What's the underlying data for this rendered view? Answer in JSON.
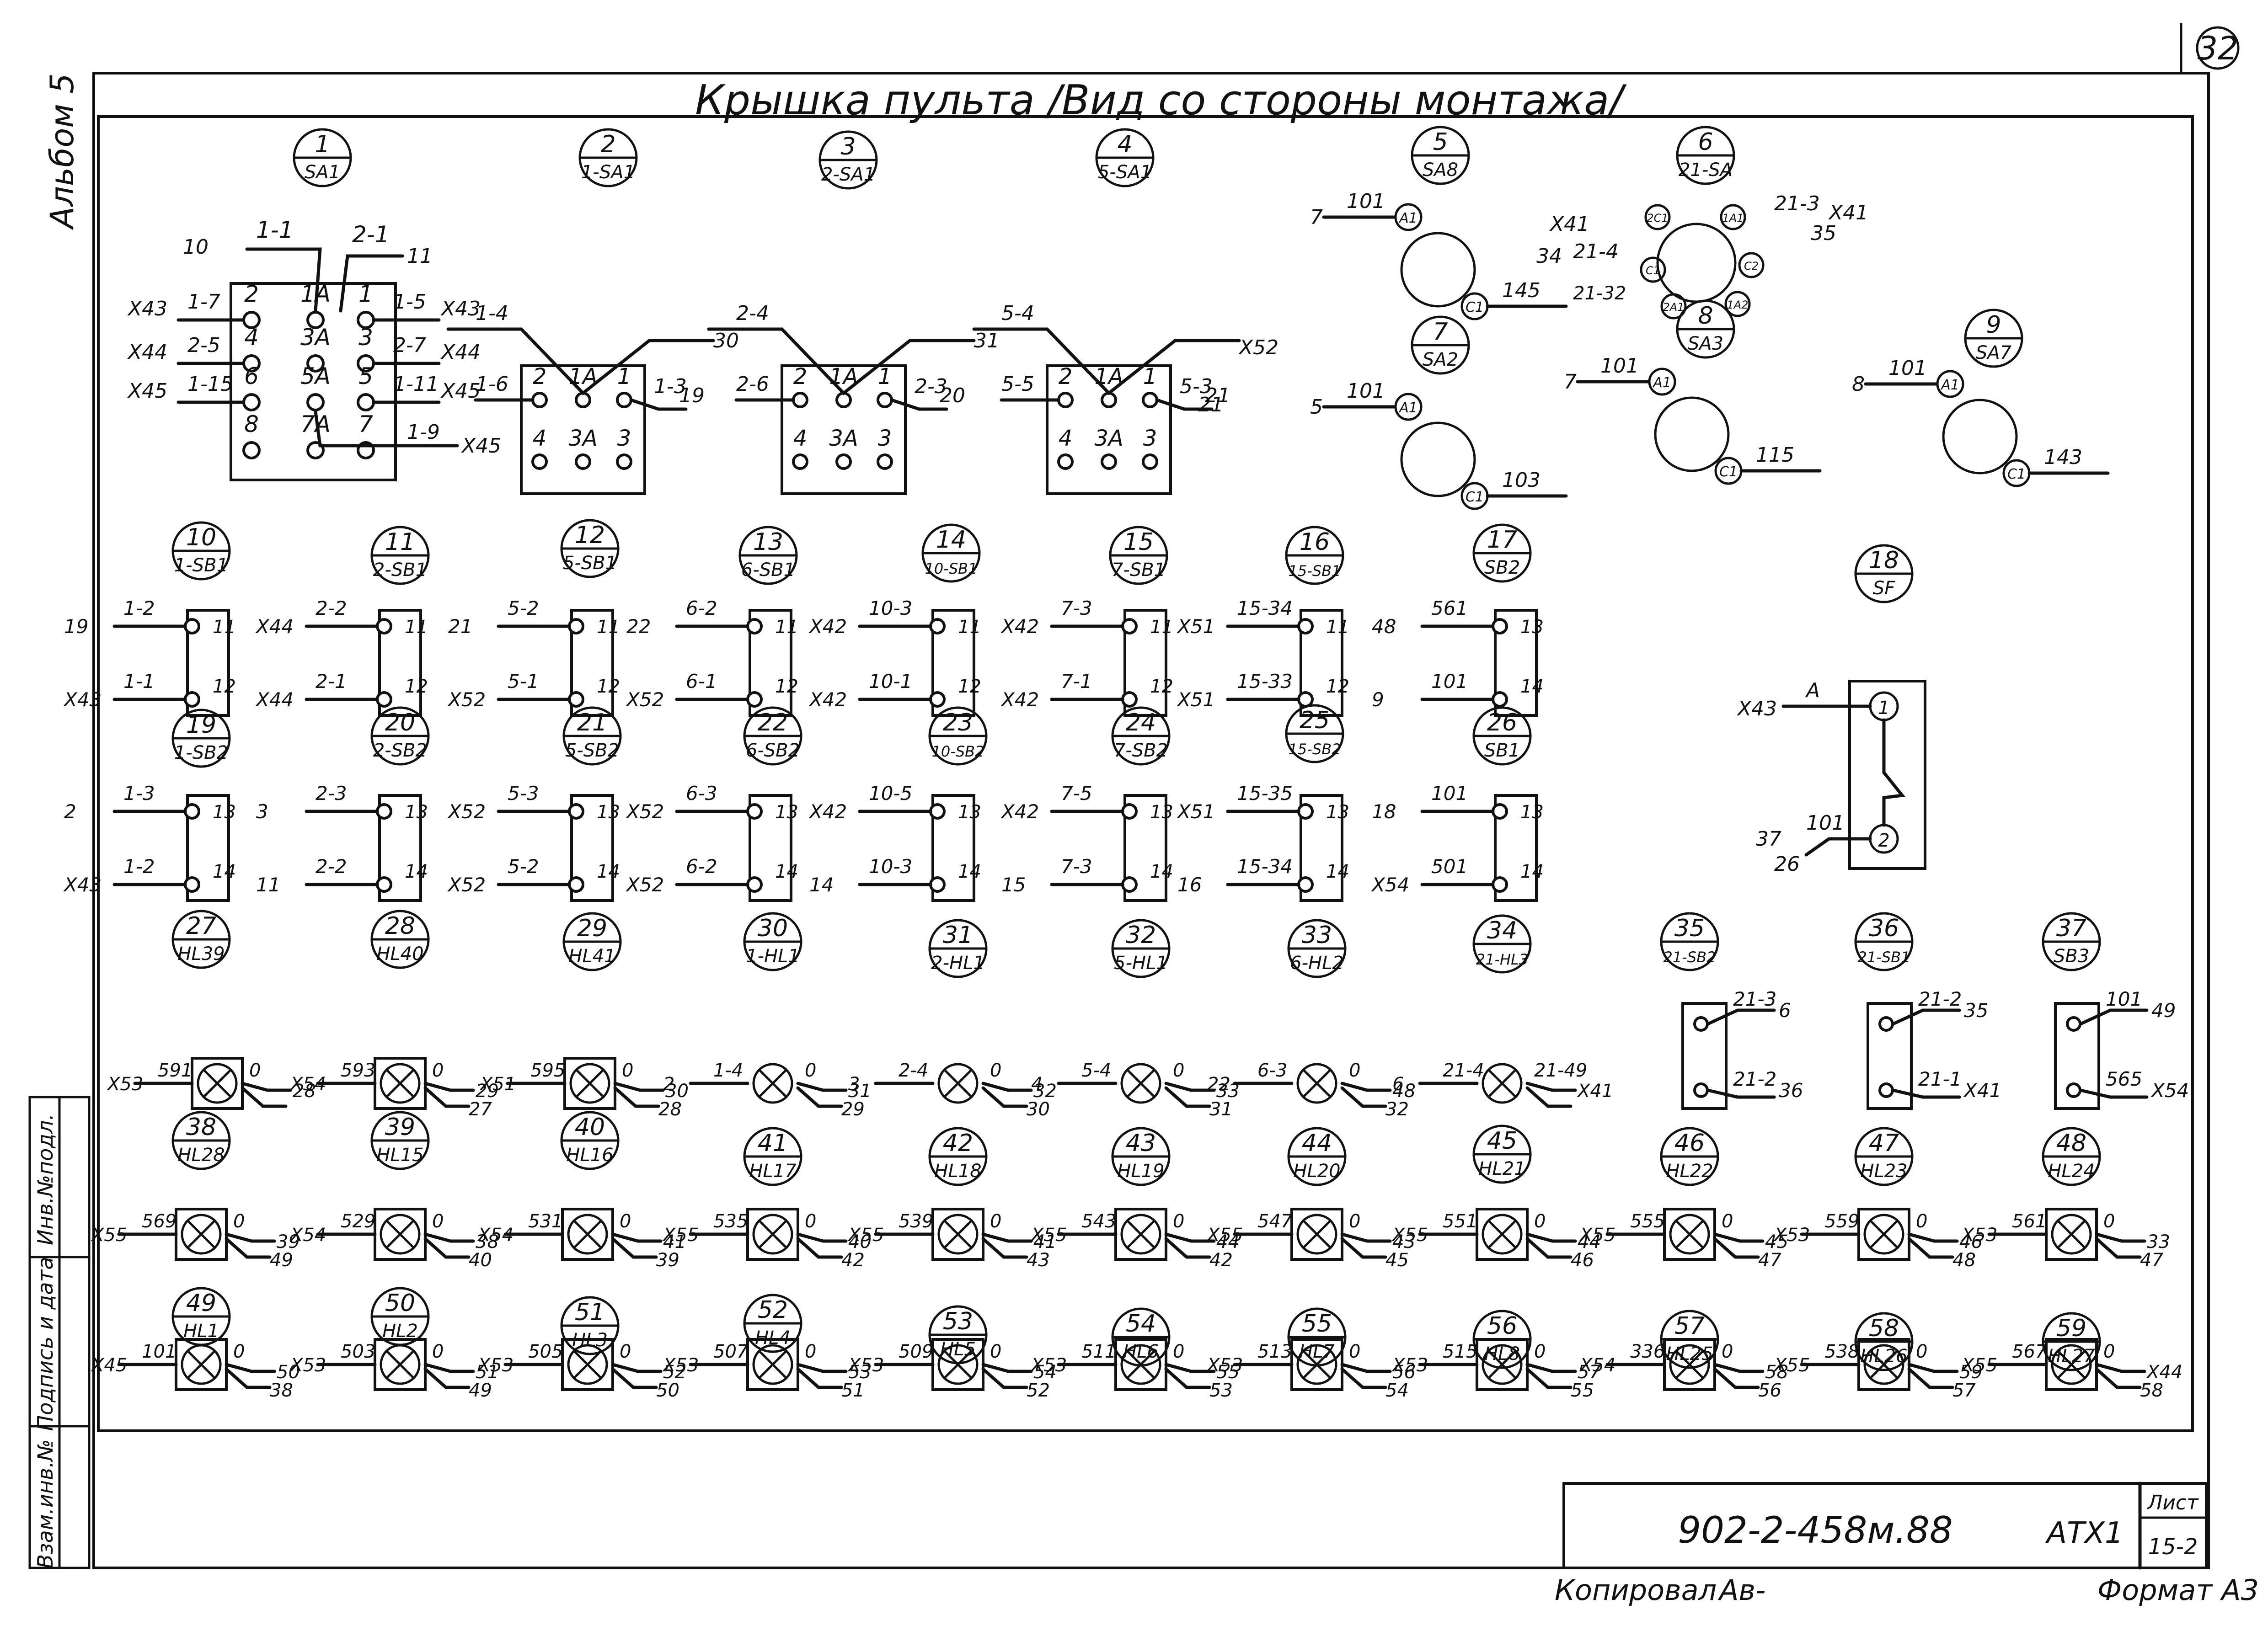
{
  "sheet": {
    "title": "Крышка пульта /Вид со стороны монтажа/",
    "sheet_number": "32",
    "album": "Альбом 5",
    "side_stamp": [
      "Инв.№подл.",
      "Подпись и дата",
      "Взам.инв.№"
    ]
  },
  "title_block": {
    "designation": "902-2-458м.88",
    "code": "АТХ1",
    "list_label": "Лист",
    "list_value": "15-2",
    "copied": "Копировал",
    "copied_sign": "Ав-",
    "format": "Формат А3"
  },
  "devices": [
    {
      "pos": "1",
      "ref": "SA1"
    },
    {
      "pos": "2",
      "ref": "1-SA1"
    },
    {
      "pos": "3",
      "ref": "2-SA1"
    },
    {
      "pos": "4",
      "ref": "5-SA1"
    },
    {
      "pos": "5",
      "ref": "SA8"
    },
    {
      "pos": "6",
      "ref": "21-SA"
    },
    {
      "pos": "7",
      "ref": "SA2"
    },
    {
      "pos": "8",
      "ref": "SA3"
    },
    {
      "pos": "9",
      "ref": "SA7"
    },
    {
      "pos": "10",
      "ref": "1-SB1"
    },
    {
      "pos": "11",
      "ref": "2-SB1"
    },
    {
      "pos": "12",
      "ref": "5-SB1"
    },
    {
      "pos": "13",
      "ref": "6-SB1"
    },
    {
      "pos": "14",
      "ref": "10-SB1"
    },
    {
      "pos": "15",
      "ref": "7-SB1"
    },
    {
      "pos": "16",
      "ref": "15-SB1"
    },
    {
      "pos": "17",
      "ref": "SB2"
    },
    {
      "pos": "18",
      "ref": "SF"
    },
    {
      "pos": "19",
      "ref": "1-SB2"
    },
    {
      "pos": "20",
      "ref": "2-SB2"
    },
    {
      "pos": "21",
      "ref": "5-SB2"
    },
    {
      "pos": "22",
      "ref": "6-SB2"
    },
    {
      "pos": "23",
      "ref": "10-SB2"
    },
    {
      "pos": "24",
      "ref": "7-SB2"
    },
    {
      "pos": "25",
      "ref": "15-SB2"
    },
    {
      "pos": "26",
      "ref": "SB1"
    },
    {
      "pos": "27",
      "ref": "HL39"
    },
    {
      "pos": "28",
      "ref": "HL40"
    },
    {
      "pos": "29",
      "ref": "HL41"
    },
    {
      "pos": "30",
      "ref": "1-HL1"
    },
    {
      "pos": "31",
      "ref": "2-HL1"
    },
    {
      "pos": "32",
      "ref": "5-HL1"
    },
    {
      "pos": "33",
      "ref": "6-HL2"
    },
    {
      "pos": "34",
      "ref": "21-HL3"
    },
    {
      "pos": "35",
      "ref": "21-SB2"
    },
    {
      "pos": "36",
      "ref": "21-SB1"
    },
    {
      "pos": "37",
      "ref": "SB3"
    },
    {
      "pos": "38",
      "ref": "HL28"
    },
    {
      "pos": "39",
      "ref": "HL15"
    },
    {
      "pos": "40",
      "ref": "HL16"
    },
    {
      "pos": "41",
      "ref": "HL17"
    },
    {
      "pos": "42",
      "ref": "HL18"
    },
    {
      "pos": "43",
      "ref": "HL19"
    },
    {
      "pos": "44",
      "ref": "HL20"
    },
    {
      "pos": "45",
      "ref": "HL21"
    },
    {
      "pos": "46",
      "ref": "HL22"
    },
    {
      "pos": "47",
      "ref": "HL23"
    },
    {
      "pos": "48",
      "ref": "HL24"
    },
    {
      "pos": "49",
      "ref": "HL1"
    },
    {
      "pos": "50",
      "ref": "HL2"
    },
    {
      "pos": "51",
      "ref": "HL3"
    },
    {
      "pos": "52",
      "ref": "HL4"
    },
    {
      "pos": "53",
      "ref": "HL5"
    },
    {
      "pos": "54",
      "ref": "HL6"
    },
    {
      "pos": "55",
      "ref": "HL7"
    },
    {
      "pos": "56",
      "ref": "HL8"
    },
    {
      "pos": "57",
      "ref": "HL25"
    },
    {
      "pos": "58",
      "ref": "HL26"
    },
    {
      "pos": "59",
      "ref": "HL27"
    }
  ],
  "lamps_row1": [
    {
      "in_tag": "X53",
      "in": "591",
      "out": "0",
      "w1": "28",
      "w2": ""
    },
    {
      "in_tag": "X54",
      "in": "593",
      "out": "0",
      "w1": "29",
      "w2": "27"
    },
    {
      "in_tag": "X51",
      "in": "595",
      "out": "0",
      "w1": "30",
      "w2": "28"
    },
    {
      "in_tag": "2",
      "in": "1-4",
      "out": "0",
      "w1": "31",
      "w2": "29"
    },
    {
      "in_tag": "3",
      "in": "2-4",
      "out": "0",
      "w1": "32",
      "w2": "30"
    },
    {
      "in_tag": "4",
      "in": "5-4",
      "out": "0",
      "w1": "33",
      "w2": "31"
    },
    {
      "in_tag": "22",
      "in": "6-3",
      "out": "0",
      "w1": "48",
      "w2": "32"
    },
    {
      "in_tag": "6",
      "in": "21-4",
      "out": "21-49",
      "w1": "X41",
      "w2": ""
    }
  ],
  "lamps_row2": [
    {
      "in_tag": "X55",
      "in": "569",
      "out": "0",
      "w1": "39",
      "w2": "49"
    },
    {
      "in_tag": "X54",
      "in": "529",
      "out": "0",
      "w1": "38",
      "w2": "40"
    },
    {
      "in_tag": "X54",
      "in": "531",
      "out": "0",
      "w1": "41",
      "w2": "39"
    },
    {
      "in_tag": "X55",
      "in": "535",
      "out": "0",
      "w1": "40",
      "w2": "42"
    },
    {
      "in_tag": "X55",
      "in": "539",
      "out": "0",
      "w1": "41",
      "w2": "43"
    },
    {
      "in_tag": "X55",
      "in": "543",
      "out": "0",
      "w1": "44",
      "w2": "42"
    },
    {
      "in_tag": "X55",
      "in": "547",
      "out": "0",
      "w1": "43",
      "w2": "45"
    },
    {
      "in_tag": "X55",
      "in": "551",
      "out": "0",
      "w1": "44",
      "w2": "46"
    },
    {
      "in_tag": "X55",
      "in": "555",
      "out": "0",
      "w1": "45",
      "w2": "47"
    },
    {
      "in_tag": "X53",
      "in": "559",
      "out": "0",
      "w1": "46",
      "w2": "48"
    },
    {
      "in_tag": "X53",
      "in": "561",
      "out": "0",
      "w1": "33",
      "w2": "47"
    }
  ],
  "lamps_row3": [
    {
      "in_tag": "X45",
      "in": "101",
      "out": "0",
      "w1": "50",
      "w2": "38"
    },
    {
      "in_tag": "X53",
      "in": "503",
      "out": "0",
      "w1": "51",
      "w2": "49"
    },
    {
      "in_tag": "X53",
      "in": "505",
      "out": "0",
      "w1": "52",
      "w2": "50"
    },
    {
      "in_tag": "X53",
      "in": "507",
      "out": "0",
      "w1": "53",
      "w2": "51"
    },
    {
      "in_tag": "X53",
      "in": "509",
      "out": "0",
      "w1": "54",
      "w2": "52"
    },
    {
      "in_tag": "X53",
      "in": "511",
      "out": "0",
      "w1": "55",
      "w2": "53"
    },
    {
      "in_tag": "X53",
      "in": "513",
      "out": "0",
      "w1": "56",
      "w2": "54"
    },
    {
      "in_tag": "X53",
      "in": "515",
      "out": "0",
      "w1": "57",
      "w2": "55"
    },
    {
      "in_tag": "X54",
      "in": "336",
      "out": "0",
      "w1": "58",
      "w2": "56"
    },
    {
      "in_tag": "X55",
      "in": "538",
      "out": "0",
      "w1": "59",
      "w2": "57"
    },
    {
      "in_tag": "X55",
      "in": "567",
      "out": "0",
      "w1": "X44",
      "w2": "58"
    }
  ]
}
